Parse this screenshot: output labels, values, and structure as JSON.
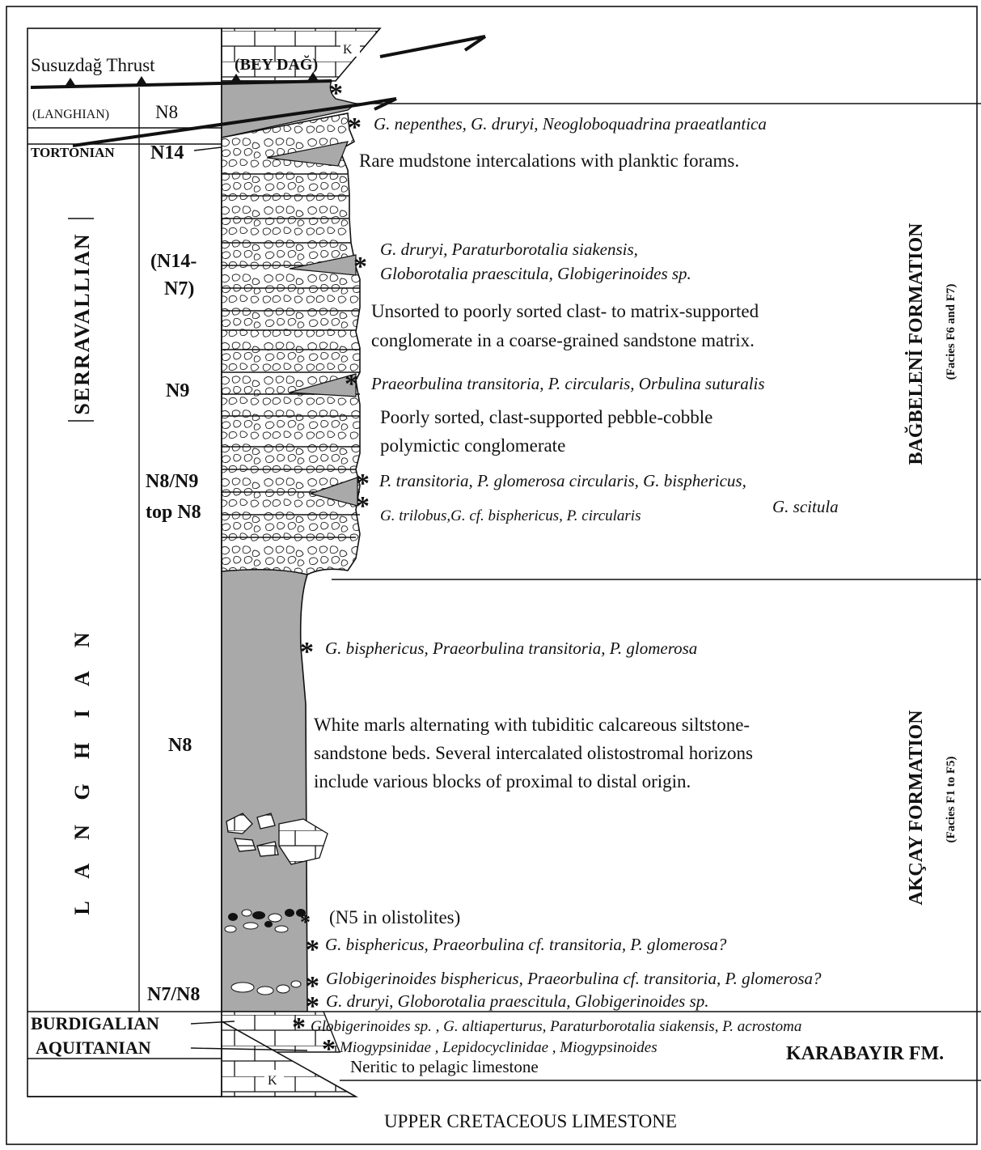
{
  "header": {
    "thrust_label": "Susuzdağ  Thrust",
    "beydag_label": "(BEY DAĞ)",
    "k_top": "K",
    "k_bottom": "K"
  },
  "stages": {
    "langhian_top": "(LANGHIAN)",
    "tortonian": "TORTONIAN",
    "serravallian": "SERRAVALLIAN",
    "langhian": "L A N G H I A N",
    "burdigalian": "BURDIGALIAN",
    "aquitanian": "AQUITANIAN"
  },
  "zones": {
    "z_n8_top": "N8",
    "z_n14": "N14",
    "z_n14n7_a": "(N14-",
    "z_n14n7_b": "N7)",
    "z_n9": "N9",
    "z_n8n9": "N8/N9",
    "z_topn8": "top N8",
    "z_n8_mid": "N8",
    "z_n7n8": "N7/N8"
  },
  "fossils": {
    "f1": "G. nepenthes, G. druryi, Neogloboquadrina praeatlantica",
    "f2a": "G. druryi,  Paraturborotalia siakensis,",
    "f2b": "Globorotalia praescitula, Globigerinoides sp.",
    "f3": "Praeorbulina transitoria, P.  circularis, Orbulina suturalis",
    "f4a": "P. transitoria, P.  glomerosa circularis, G. bisphericus,",
    "f4b": "G. scitula",
    "f5": "G. trilobus,G. cf. bisphericus, P. circularis",
    "f6": "G. bisphericus, Praeorbulina transitoria, P. glomerosa",
    "f7": "(N5  in olistolites)",
    "f8": "G. bisphericus, Praeorbulina cf. transitoria, P. glomerosa?",
    "f9": "Globigerinoides bisphericus, Praeorbulina cf. transitoria, P. glomerosa?",
    "f10": "G. druryi, Globorotalia praescitula,  Globigerinoides sp.",
    "f11": "Globigerinoides sp. ,  G. altiaperturus, Paraturborotalia siakensis,  P.  acrostoma",
    "f12": "Miogypsinidae , Lepidocyclinidae , Miogypsinoides"
  },
  "descriptions": {
    "d1": "Rare mudstone intercalations  with planktic forams.",
    "d2a": "Unsorted to poorly sorted clast- to matrix-supported",
    "d2b": "conglomerate in a coarse-grained sandstone matrix.",
    "d3a": "Poorly sorted, clast-supported pebble-cobble",
    "d3b": "polymictic conglomerate",
    "d4a": "White marls alternating with tubiditic calcareous siltstone-",
    "d4b": "sandstone beds. Several intercalated olistostromal horizons",
    "d4c": "include various blocks of proximal to distal origin.",
    "d5": "Neritic to pelagic limestone",
    "d6": "UPPER CRETACEOUS LIMESTONE"
  },
  "formations": {
    "bagbeleni": "BAĞBELENİ FORMATION",
    "bagbeleni_facies": "(Facies F6 and F7)",
    "akcay": "AKÇAY FORMATION",
    "akcay_facies": "(Facies F1 to F5)",
    "karabayir": "KARABAYIR FM."
  },
  "colors": {
    "marl_gray": "#a9a9a9",
    "ink": "#111111",
    "background": "#ffffff"
  }
}
